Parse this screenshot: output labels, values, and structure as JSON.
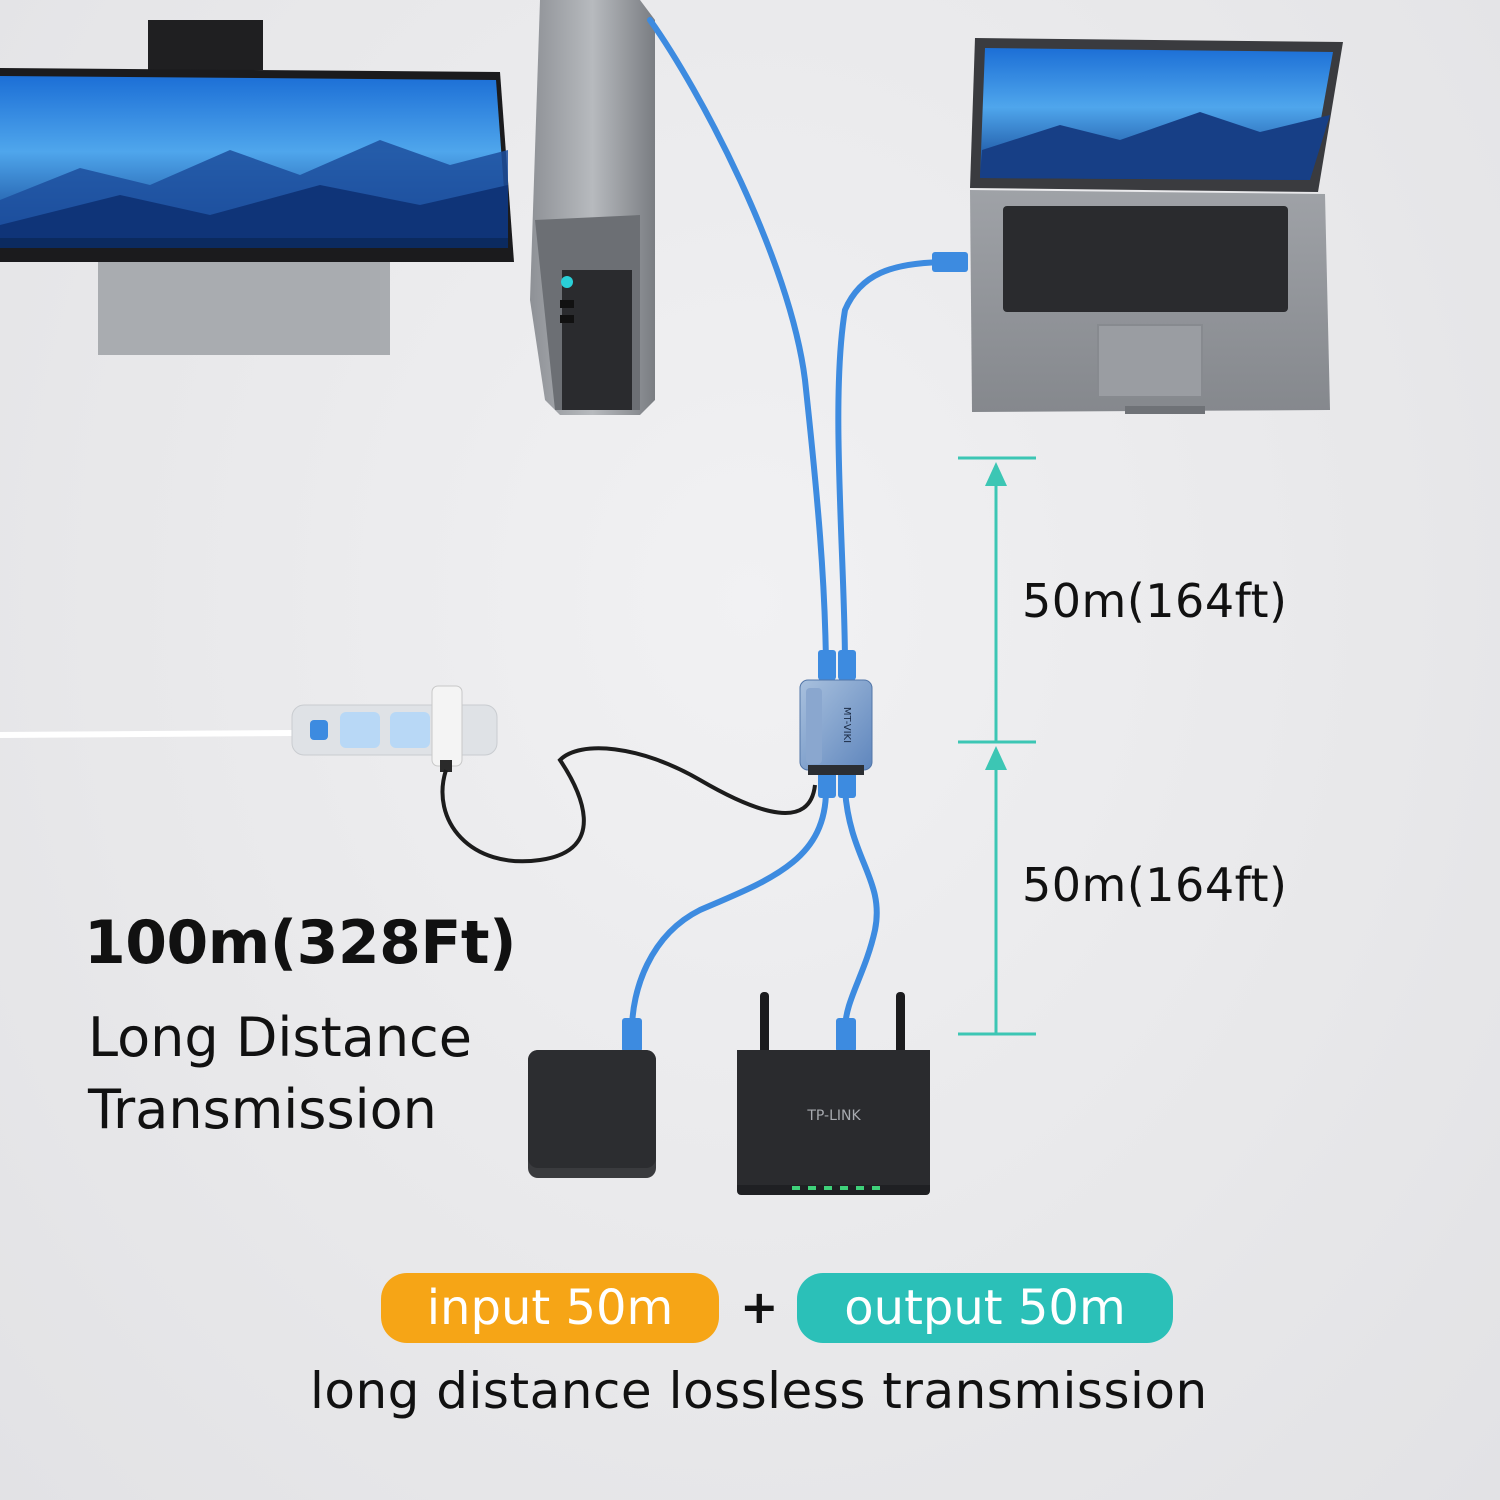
{
  "measurements": {
    "upper_segment": "50m(164ft)",
    "lower_segment": "50m(164ft)"
  },
  "headline": {
    "distance": "100m(328Ft)",
    "line1": "Long Distance",
    "line2": "Transmission"
  },
  "pills": {
    "input": "input 50m",
    "plus": "+",
    "output": "output 50m"
  },
  "footer": "long distance lossless transmission",
  "labels": {
    "router_brand": "TP-LINK",
    "device_brand": "MT-VIKI"
  },
  "colors": {
    "cable": "#3d8be0",
    "measure": "#3cc6b4",
    "input_pill": "#f6a516",
    "output_pill": "#2bc0b8"
  },
  "icons": [
    "monitor",
    "desktop-tower",
    "laptop",
    "power-strip",
    "usb-power-adapter",
    "network-extender",
    "switch-box",
    "router",
    "arrow-up"
  ]
}
